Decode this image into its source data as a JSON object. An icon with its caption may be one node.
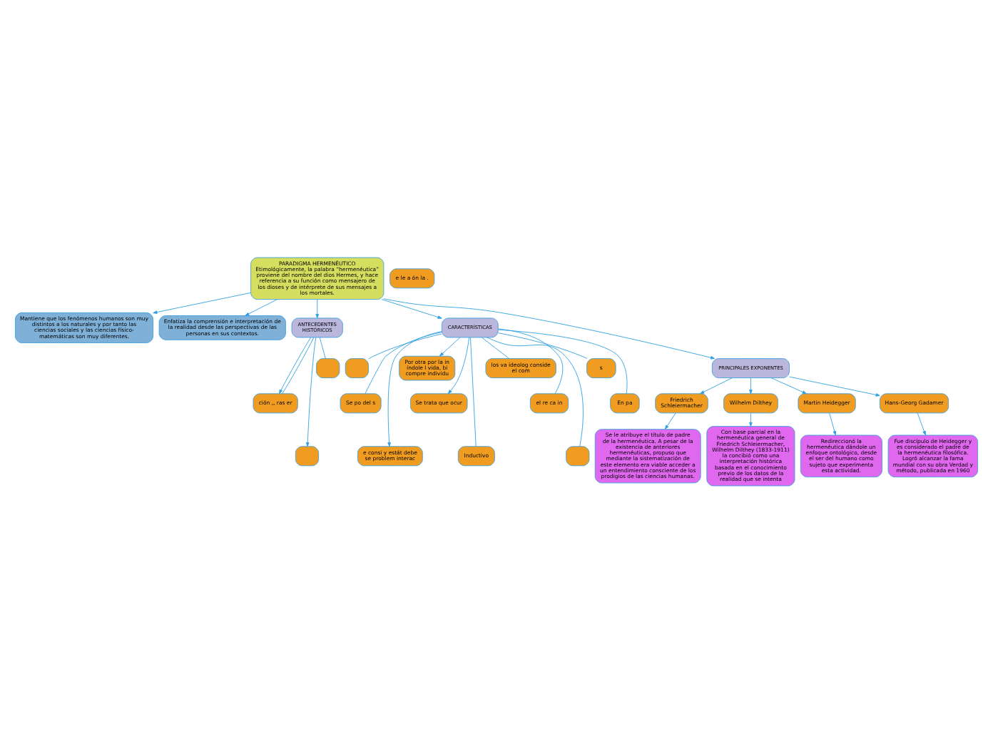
{
  "diagram": {
    "nodes": [
      {
        "text": [
          "PARADIGMA HERMENÉUTICO",
          "Etimológicamente, la palabra “hermenéutica” proviene del nombre del dios Hermes, y hace referencia a su función como mensajero de los dioses y de intérprete de sus mensajes a los mortales."
        ]
      },
      {
        "text": [
          "Mantiene que los fenómenos humanos son muy distintos a los naturales y por tanto las ciencias sociales y las ciencias físico-matemáticas son muy diferentes."
        ]
      },
      {
        "text": [
          "Enfatiza la comprensión e interpretación de la realidad desde las perspectivas de las personas en sus contextos."
        ]
      },
      {
        "text": [
          "ANTECEDENTES HISTÓRICOS"
        ]
      },
      {
        "text": [
          "CARACTERÍSTICAS"
        ]
      },
      {
        "text": [
          "PRINCIPALES EXPONENTES"
        ]
      },
      {
        "text": [
          "Friedrich Schleiermacher"
        ]
      },
      {
        "text": [
          "Wilhelm Dilthey"
        ]
      },
      {
        "text": [
          "Martin Heidegger"
        ]
      },
      {
        "text": [
          "Hans-Georg Gadamer"
        ]
      },
      {
        "text": [
          "Se le atribuye el título de padre de la hermenéutica. A pesar de la existencia de anteriores hermenéuticas, propuso que mediante la sistematización de este elemento era viable acceder a un entendimiento consciente de los prodigios de las ciencias humanas."
        ]
      },
      {
        "text": [
          "Con base parcial en la hermenéutica general de Friedrich Schleiermacher, Wilhelm Dilthey (1833-1911) la concibió como una interpretación histórica basada en el conocimiento previo de los datos de la realidad que se intenta"
        ]
      },
      {
        "text": [
          "Redireccionó la hermenéutica dándole un enfoque ontológico, desde el ser del humano como sujeto que experimenta esta actividad."
        ]
      },
      {
        "text": [
          "Fue discípulo de Heidegger y es considerado el padre de la hermenéutica filosófica. Logró alcanzar la fama mundial con su obra Verdad y método, publicada en 1960"
        ]
      },
      {
        "text": [
          "e le a ón la ."
        ]
      },
      {
        "text": [
          "ción ,, ras er"
        ]
      },
      {
        "text": [],
        "shape": "box"
      },
      {
        "text": [],
        "shape": "box"
      },
      {
        "text": [],
        "shape": "box"
      },
      {
        "text": [
          "Se po del s"
        ]
      },
      {
        "text": [
          "e consi y estát debe se problem interac"
        ]
      },
      {
        "text": [
          "Por otra por la in índole l vida, bi compre individu"
        ]
      },
      {
        "text": [
          "Se trata que ocur"
        ]
      },
      {
        "text": [
          "Inductivo"
        ]
      },
      {
        "text": [
          "los va ideolog conside el com"
        ]
      },
      {
        "text": [
          "el re ca in"
        ]
      },
      {
        "text": [],
        "shape": "box"
      },
      {
        "text": [
          "s"
        ]
      },
      {
        "text": [
          "En pa"
        ]
      }
    ],
    "edges": [
      {
        "from": 0,
        "to": 1,
        "arrow": "to"
      },
      {
        "from": 0,
        "to": 2,
        "arrow": "to"
      },
      {
        "from": 0,
        "to": 3,
        "arrow": "to"
      },
      {
        "from": 0,
        "to": 4,
        "arrow": "to"
      },
      {
        "from": 0,
        "to": 5,
        "arrow": "to"
      },
      {
        "from": 5,
        "to": 6,
        "arrow": "to"
      },
      {
        "from": 5,
        "to": 7,
        "arrow": "to"
      },
      {
        "from": 5,
        "to": 8,
        "arrow": "to"
      },
      {
        "from": 5,
        "to": 9,
        "arrow": "to"
      },
      {
        "from": 6,
        "to": 10,
        "arrow": "to"
      },
      {
        "from": 7,
        "to": 11,
        "arrow": "to"
      },
      {
        "from": 8,
        "to": 12,
        "arrow": "to"
      },
      {
        "from": 9,
        "to": 13,
        "arrow": "to"
      },
      {
        "from": 3,
        "to": 15,
        "arrow": "to"
      },
      {
        "from": 3,
        "to": 15,
        "arrow": "none"
      },
      {
        "from": 3,
        "to": 16,
        "arrow": "to"
      },
      {
        "from": 3,
        "to": 17,
        "arrow": "none"
      },
      {
        "from": 4,
        "to": 18,
        "arrow": "none"
      },
      {
        "from": 4,
        "to": 19,
        "arrow": "none"
      },
      {
        "from": 4,
        "to": 20,
        "arrow": "to"
      },
      {
        "from": 4,
        "to": 21,
        "arrow": "to"
      },
      {
        "from": 4,
        "to": 22,
        "arrow": "to"
      },
      {
        "from": 4,
        "to": 23,
        "arrow": "none"
      },
      {
        "from": 4,
        "to": 24,
        "arrow": "none"
      },
      {
        "from": 4,
        "to": 25,
        "arrow": "none"
      },
      {
        "from": 4,
        "to": 26,
        "arrow": "none"
      },
      {
        "from": 4,
        "to": 27,
        "arrow": "none"
      },
      {
        "from": 4,
        "to": 28,
        "arrow": "none"
      }
    ]
  }
}
